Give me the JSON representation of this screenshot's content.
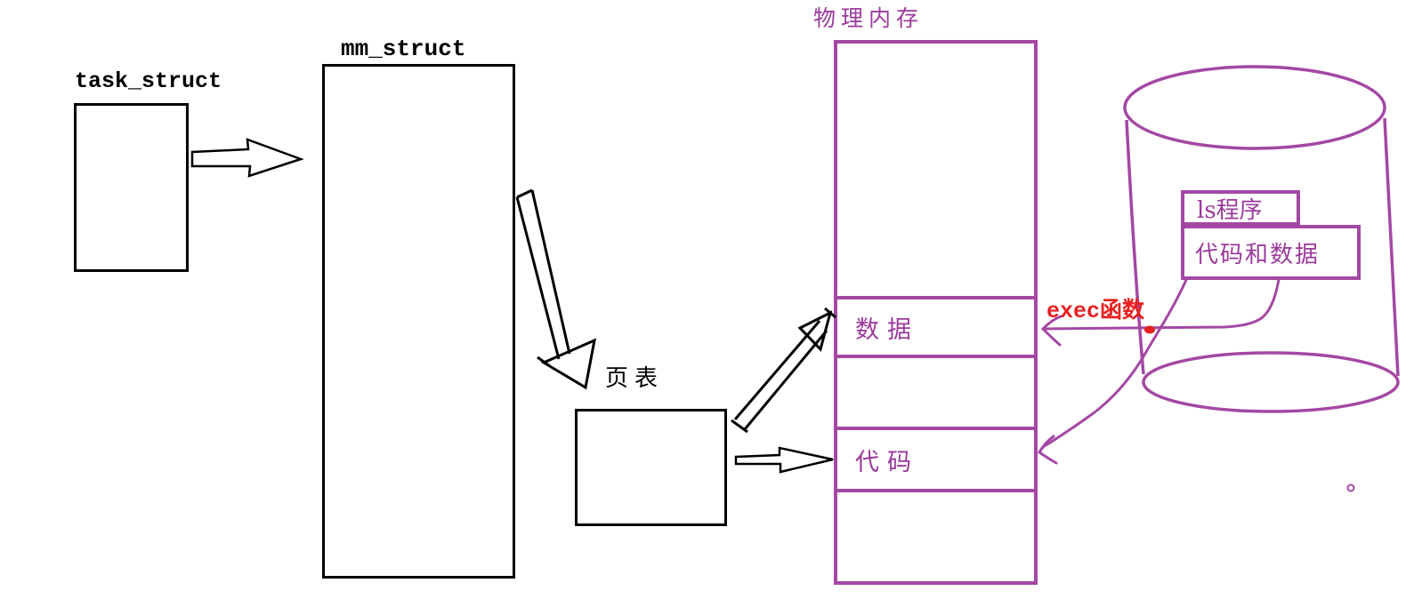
{
  "colors": {
    "purple_stroke": "#a348a3",
    "purple_text": "#9b3a9b",
    "red": "#e81f1f",
    "black": "#000000"
  },
  "nodes": {
    "task_struct": {
      "label": "task_struct"
    },
    "mm_struct": {
      "label": "mm_struct"
    },
    "page_table": {
      "label": "页表"
    },
    "physical_memory": {
      "label": "物理内存",
      "rows": [
        {
          "label": "数据"
        },
        {
          "label": "代码"
        }
      ]
    },
    "disk": {
      "ls_program": {
        "label": "ls程序"
      },
      "code_and_data": {
        "label": "代码和数据"
      }
    }
  },
  "annotations": {
    "exec_function": {
      "label": "exec函数"
    }
  }
}
